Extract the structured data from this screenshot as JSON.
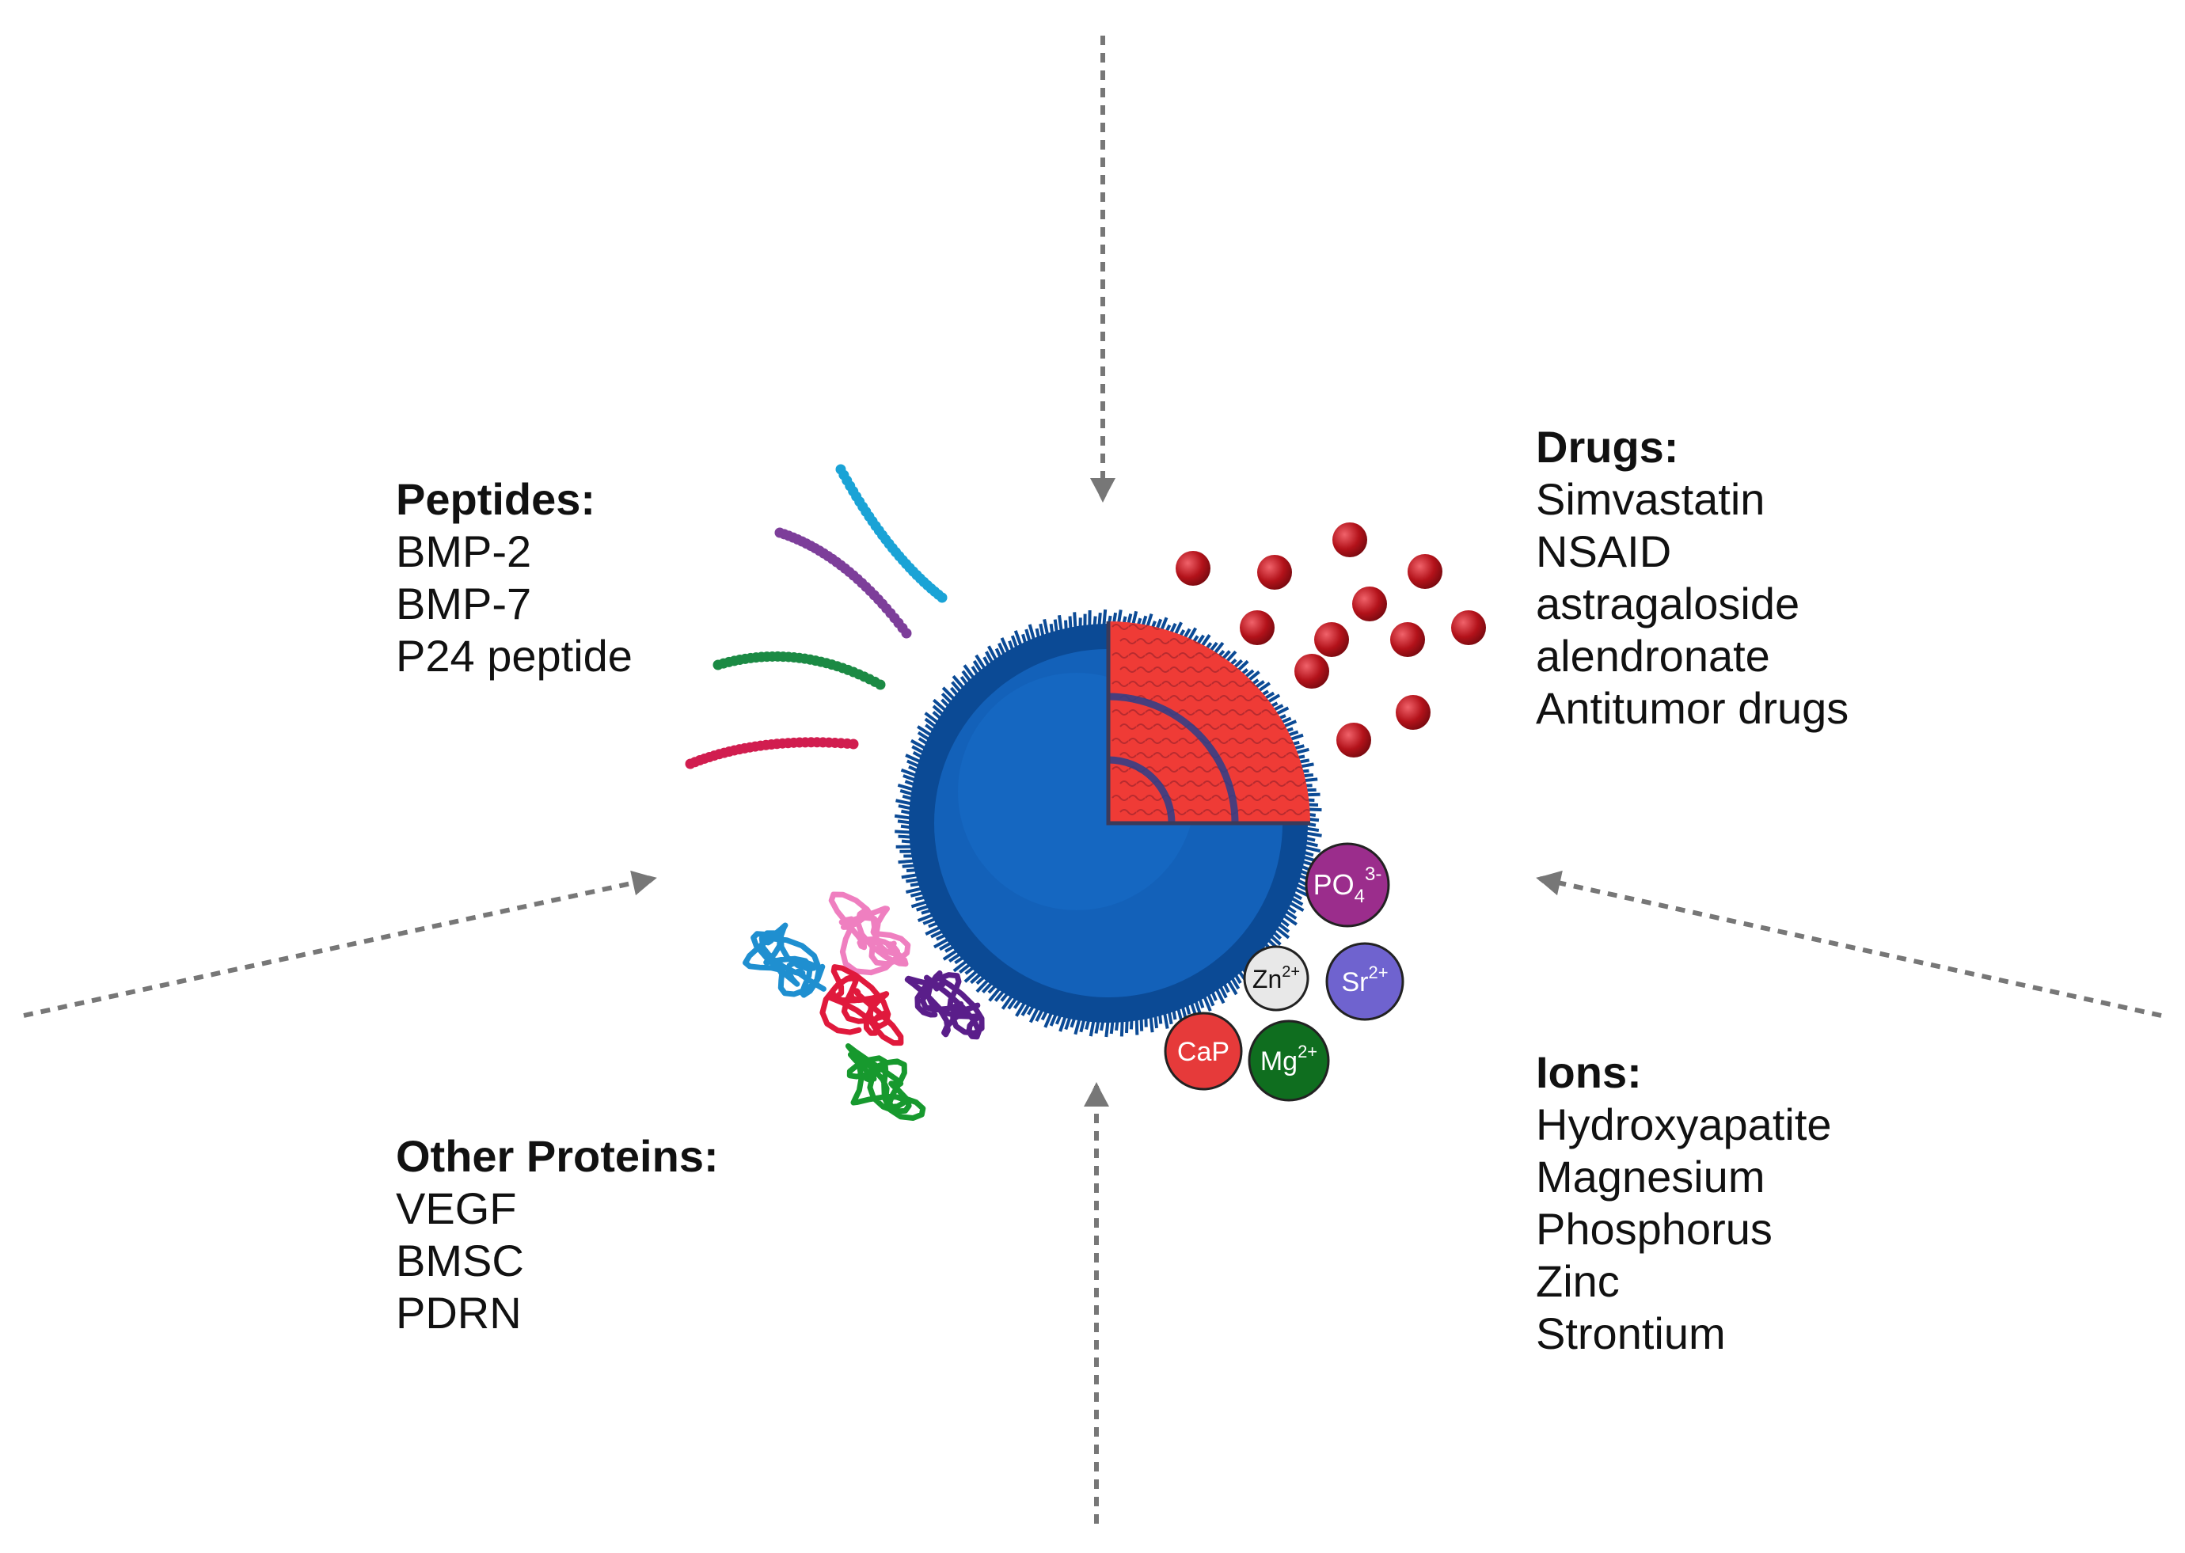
{
  "peptides": {
    "title": "Peptides:",
    "items": [
      "BMP-2",
      "BMP-7",
      "P24 peptide"
    ]
  },
  "drugs": {
    "title": "Drugs:",
    "items": [
      "Simvastatin",
      "NSAID",
      "astragaloside",
      "alendronate",
      "Antitumor drugs"
    ]
  },
  "proteins": {
    "title": "Other Proteins:",
    "items": [
      "VEGF",
      "BMSC",
      "PDRN"
    ]
  },
  "ions": {
    "title": "Ions:",
    "items": [
      "Hydroxyapatite",
      "Magnesium",
      "Phosphorus",
      "Zinc",
      "Strontium"
    ],
    "badges": {
      "po4": {
        "base": "PO",
        "sub": "4",
        "sup": "3-"
      },
      "zn": {
        "base": "Zn",
        "sup": "2+"
      },
      "sr": {
        "base": "Sr",
        "sup": "2+"
      },
      "cap": {
        "base": "CaP"
      },
      "mg": {
        "base": "Mg",
        "sup": "2+"
      }
    }
  },
  "colors": {
    "sphere_outer": "#0b4a95",
    "sphere_inner": "#1565c0",
    "core_red": "#ef3b36",
    "drug_red": "#b3121a",
    "arrow_gray": "#777777",
    "peptide_cyan": "#1aa3d6",
    "peptide_purple": "#7d3e9a",
    "peptide_green": "#1b8a44",
    "peptide_crimson": "#d11d4f",
    "protein_blue": "#1f8fd0",
    "protein_pink": "#ef7fc0",
    "protein_red": "#e0193c",
    "protein_purple": "#5a1e8a",
    "protein_green": "#17992e",
    "ion_po4": "#9b2d8c",
    "ion_zn": "#e8e8e8",
    "ion_sr": "#6f63cf",
    "ion_cap": "#e63a3a",
    "ion_mg": "#0f6e1f"
  },
  "icons": [
    "nanoparticle-sphere-icon",
    "drug-molecule-icon",
    "peptide-chain-icon",
    "protein-coil-icon",
    "ion-badge-icon",
    "dashed-arrow-icon"
  ]
}
